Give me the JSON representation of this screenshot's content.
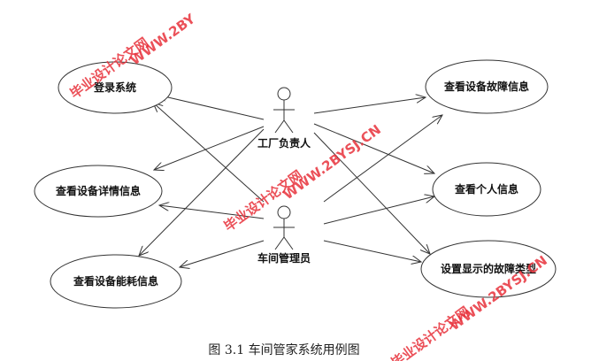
{
  "diagram": {
    "colors": {
      "line": "#333333",
      "ellipse_fill": "#ffffff",
      "watermark": "#e8323c"
    },
    "actors": [
      {
        "id": "factory_manager",
        "label": "工厂负责人"
      },
      {
        "id": "workshop_admin",
        "label": "车间管理员"
      }
    ],
    "use_cases": [
      {
        "id": "login",
        "label": "登录系统"
      },
      {
        "id": "detail",
        "label": "查看设备详情信息"
      },
      {
        "id": "energy",
        "label": "查看设备能耗信息"
      },
      {
        "id": "fault",
        "label": "查看设备故障信息"
      },
      {
        "id": "personal",
        "label": "查看个人信息"
      },
      {
        "id": "fault_type",
        "label": "设置显示的故障类型"
      }
    ],
    "associations": [
      {
        "from": "factory_manager",
        "to": "login"
      },
      {
        "from": "factory_manager",
        "to": "detail"
      },
      {
        "from": "factory_manager",
        "to": "energy"
      },
      {
        "from": "factory_manager",
        "to": "fault"
      },
      {
        "from": "factory_manager",
        "to": "personal"
      },
      {
        "from": "factory_manager",
        "to": "fault_type"
      },
      {
        "from": "workshop_admin",
        "to": "login"
      },
      {
        "from": "workshop_admin",
        "to": "detail"
      },
      {
        "from": "workshop_admin",
        "to": "energy"
      },
      {
        "from": "workshop_admin",
        "to": "fault"
      },
      {
        "from": "workshop_admin",
        "to": "personal"
      },
      {
        "from": "workshop_admin",
        "to": "fault_type"
      }
    ],
    "caption": "图 3.1 车间管家系统用例图"
  },
  "watermarks": {
    "cn_text": "毕业设计论文网",
    "url_text": "WWW.2BYSJ.CN",
    "url_text_top": "WWW.2BY"
  }
}
